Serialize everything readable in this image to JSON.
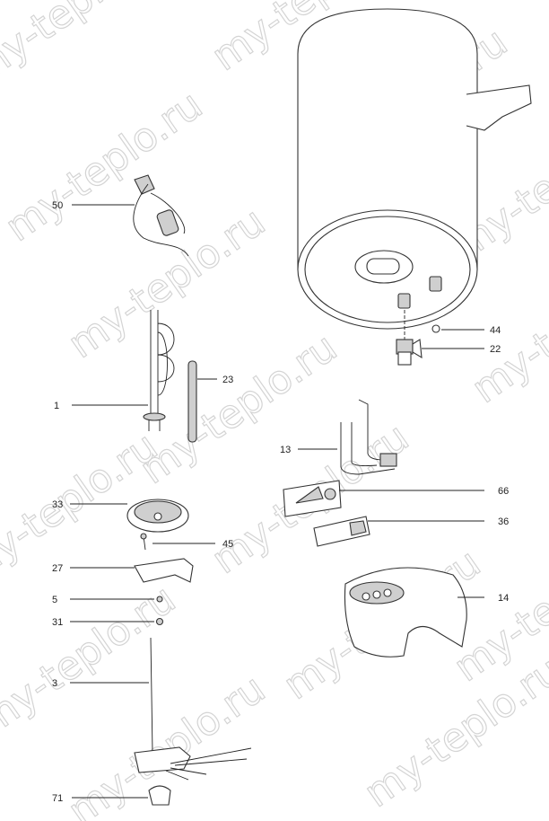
{
  "watermark": "my-teplo.ru",
  "parts": {
    "p50": "50",
    "p1": "1",
    "p23": "23",
    "p33": "33",
    "p45": "45",
    "p27": "27",
    "p5": "5",
    "p31": "31",
    "p3": "3",
    "p71": "71",
    "p44": "44",
    "p22": "22",
    "p13": "13",
    "p66": "66",
    "p36": "36",
    "p14": "14"
  }
}
